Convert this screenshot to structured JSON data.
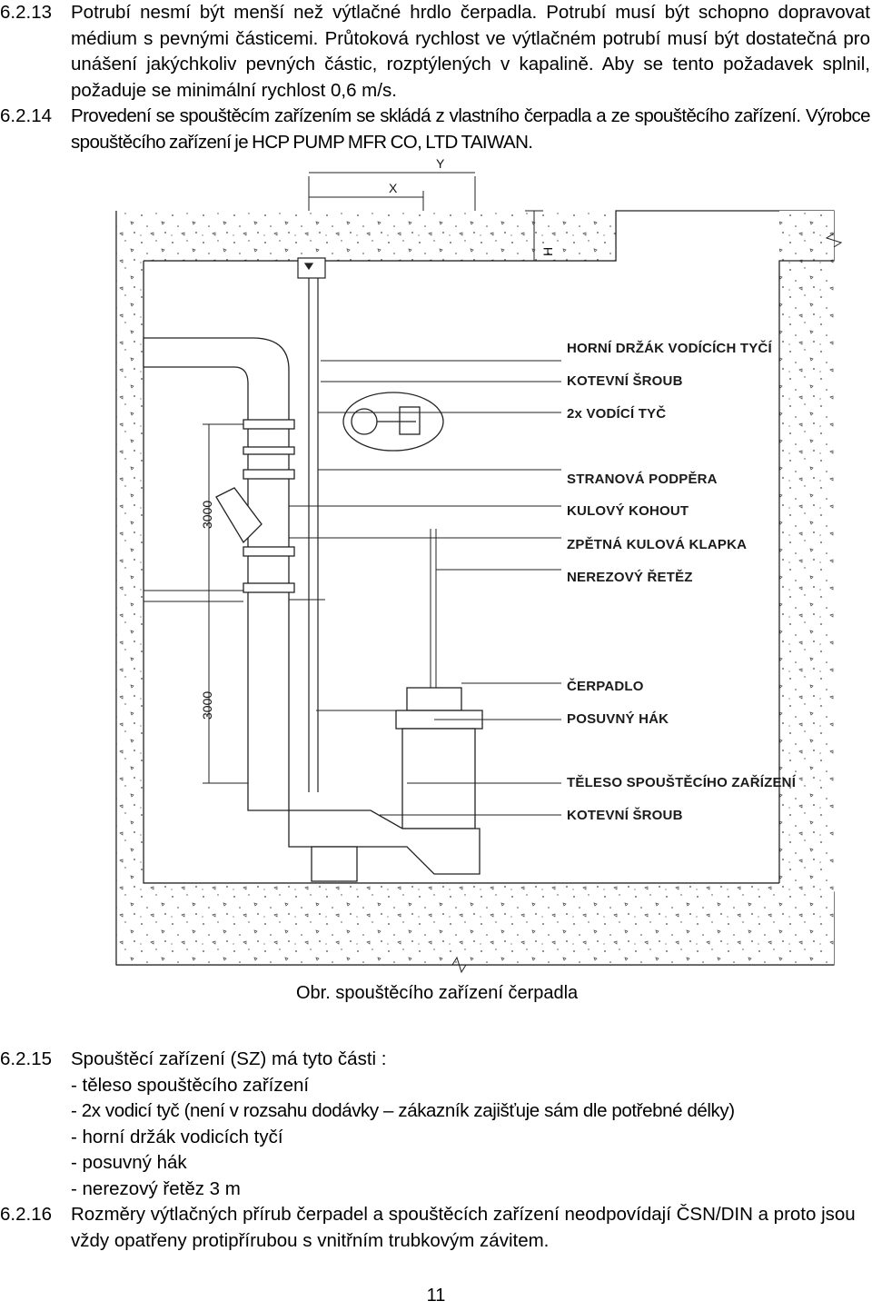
{
  "sections": {
    "s13": {
      "number": "6.2.13",
      "text": "Potrubí nesmí být menší než výtlačné hrdlo čerpadla. Potrubí musí být schopno dopravovat médium s pevnými částicemi. Průtoková rychlost ve výtlačném potrubí musí být dostatečná pro unášení jakýchkoliv pevných částic, rozptýlených v kapalině. Aby se tento požadavek splnil, požaduje se minimální rychlost 0,6 m/s."
    },
    "s14": {
      "number": "6.2.14",
      "text": "Provedení se spouštěcím zařízením se skládá z vlastního čerpadla a ze spouštěcího zařízení. Výrobce spouštěcího zařízení je HCP PUMP MFR CO, LTD TAIWAN."
    },
    "s15": {
      "number": "6.2.15",
      "intro": "Spouštěcí zařízení (SZ) má tyto části :",
      "items": [
        "- těleso spouštěcího zařízení",
        "- 2x vodicí tyč (není v rozsahu dodávky – zákazník zajišťuje sám dle potřebné délky)",
        "- horní držák vodicích tyčí",
        "- posuvný hák",
        "- nerezový řetěz 3 m"
      ]
    },
    "s16": {
      "number": "6.2.16",
      "text": "Rozměry výtlačných přírub čerpadel a spouštěcích zařízení neodpovídají ČSN/DIN a proto jsou vždy opatřeny protipřírubou s vnitřním trubkovým závitem."
    }
  },
  "figure": {
    "caption": "Obr. spouštěcího zařízení čerpadla",
    "dimensions": {
      "y": "Y",
      "x": "X",
      "h": "H",
      "upper": "3000",
      "lower": "3000"
    },
    "labels": [
      "HORNÍ DRŽÁK VODÍCÍCH TYČÍ",
      "KOTEVNÍ ŠROUB",
      "2x VODÍCÍ TYČ",
      "STRANOVÁ PODPĚRA",
      "KULOVÝ KOHOUT",
      "ZPĚTNÁ KULOVÁ KLAPKA",
      "NEREZOVÝ ŘETĚZ",
      "ČERPADLO",
      "POSUVNÝ HÁK",
      "TĚLESO SPOUŠTĚCÍHO ZAŘÍZENÍ",
      "KOTEVNÍ ŠROUB"
    ]
  },
  "page_number": "11"
}
